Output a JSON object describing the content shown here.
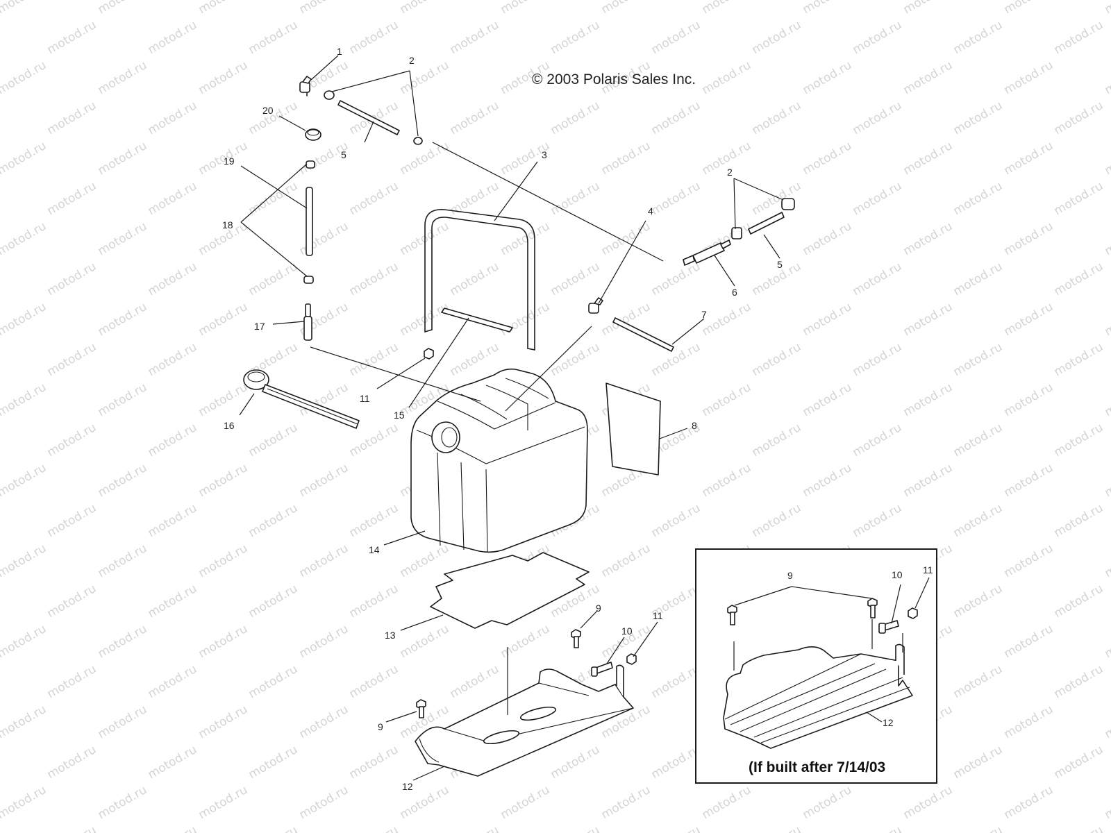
{
  "copyright": "© 2003 Polaris Sales Inc.",
  "inset_note": "(If built after 7/14/03",
  "watermark": "motod.ru",
  "callouts": {
    "c1": "1",
    "c2a": "2",
    "c2b": "2",
    "c3": "3",
    "c4": "4",
    "c5a": "5",
    "c5b": "5",
    "c6": "6",
    "c7": "7",
    "c8": "8",
    "c9a": "9",
    "c9b": "9",
    "c9c": "9",
    "c10a": "10",
    "c10b": "10",
    "c11a": "11",
    "c11b": "11",
    "c11c": "11",
    "c12a": "12",
    "c12b": "12",
    "c13": "13",
    "c14": "14",
    "c15": "15",
    "c16": "16",
    "c17": "17",
    "c18": "18",
    "c19": "19",
    "c20": "20"
  }
}
